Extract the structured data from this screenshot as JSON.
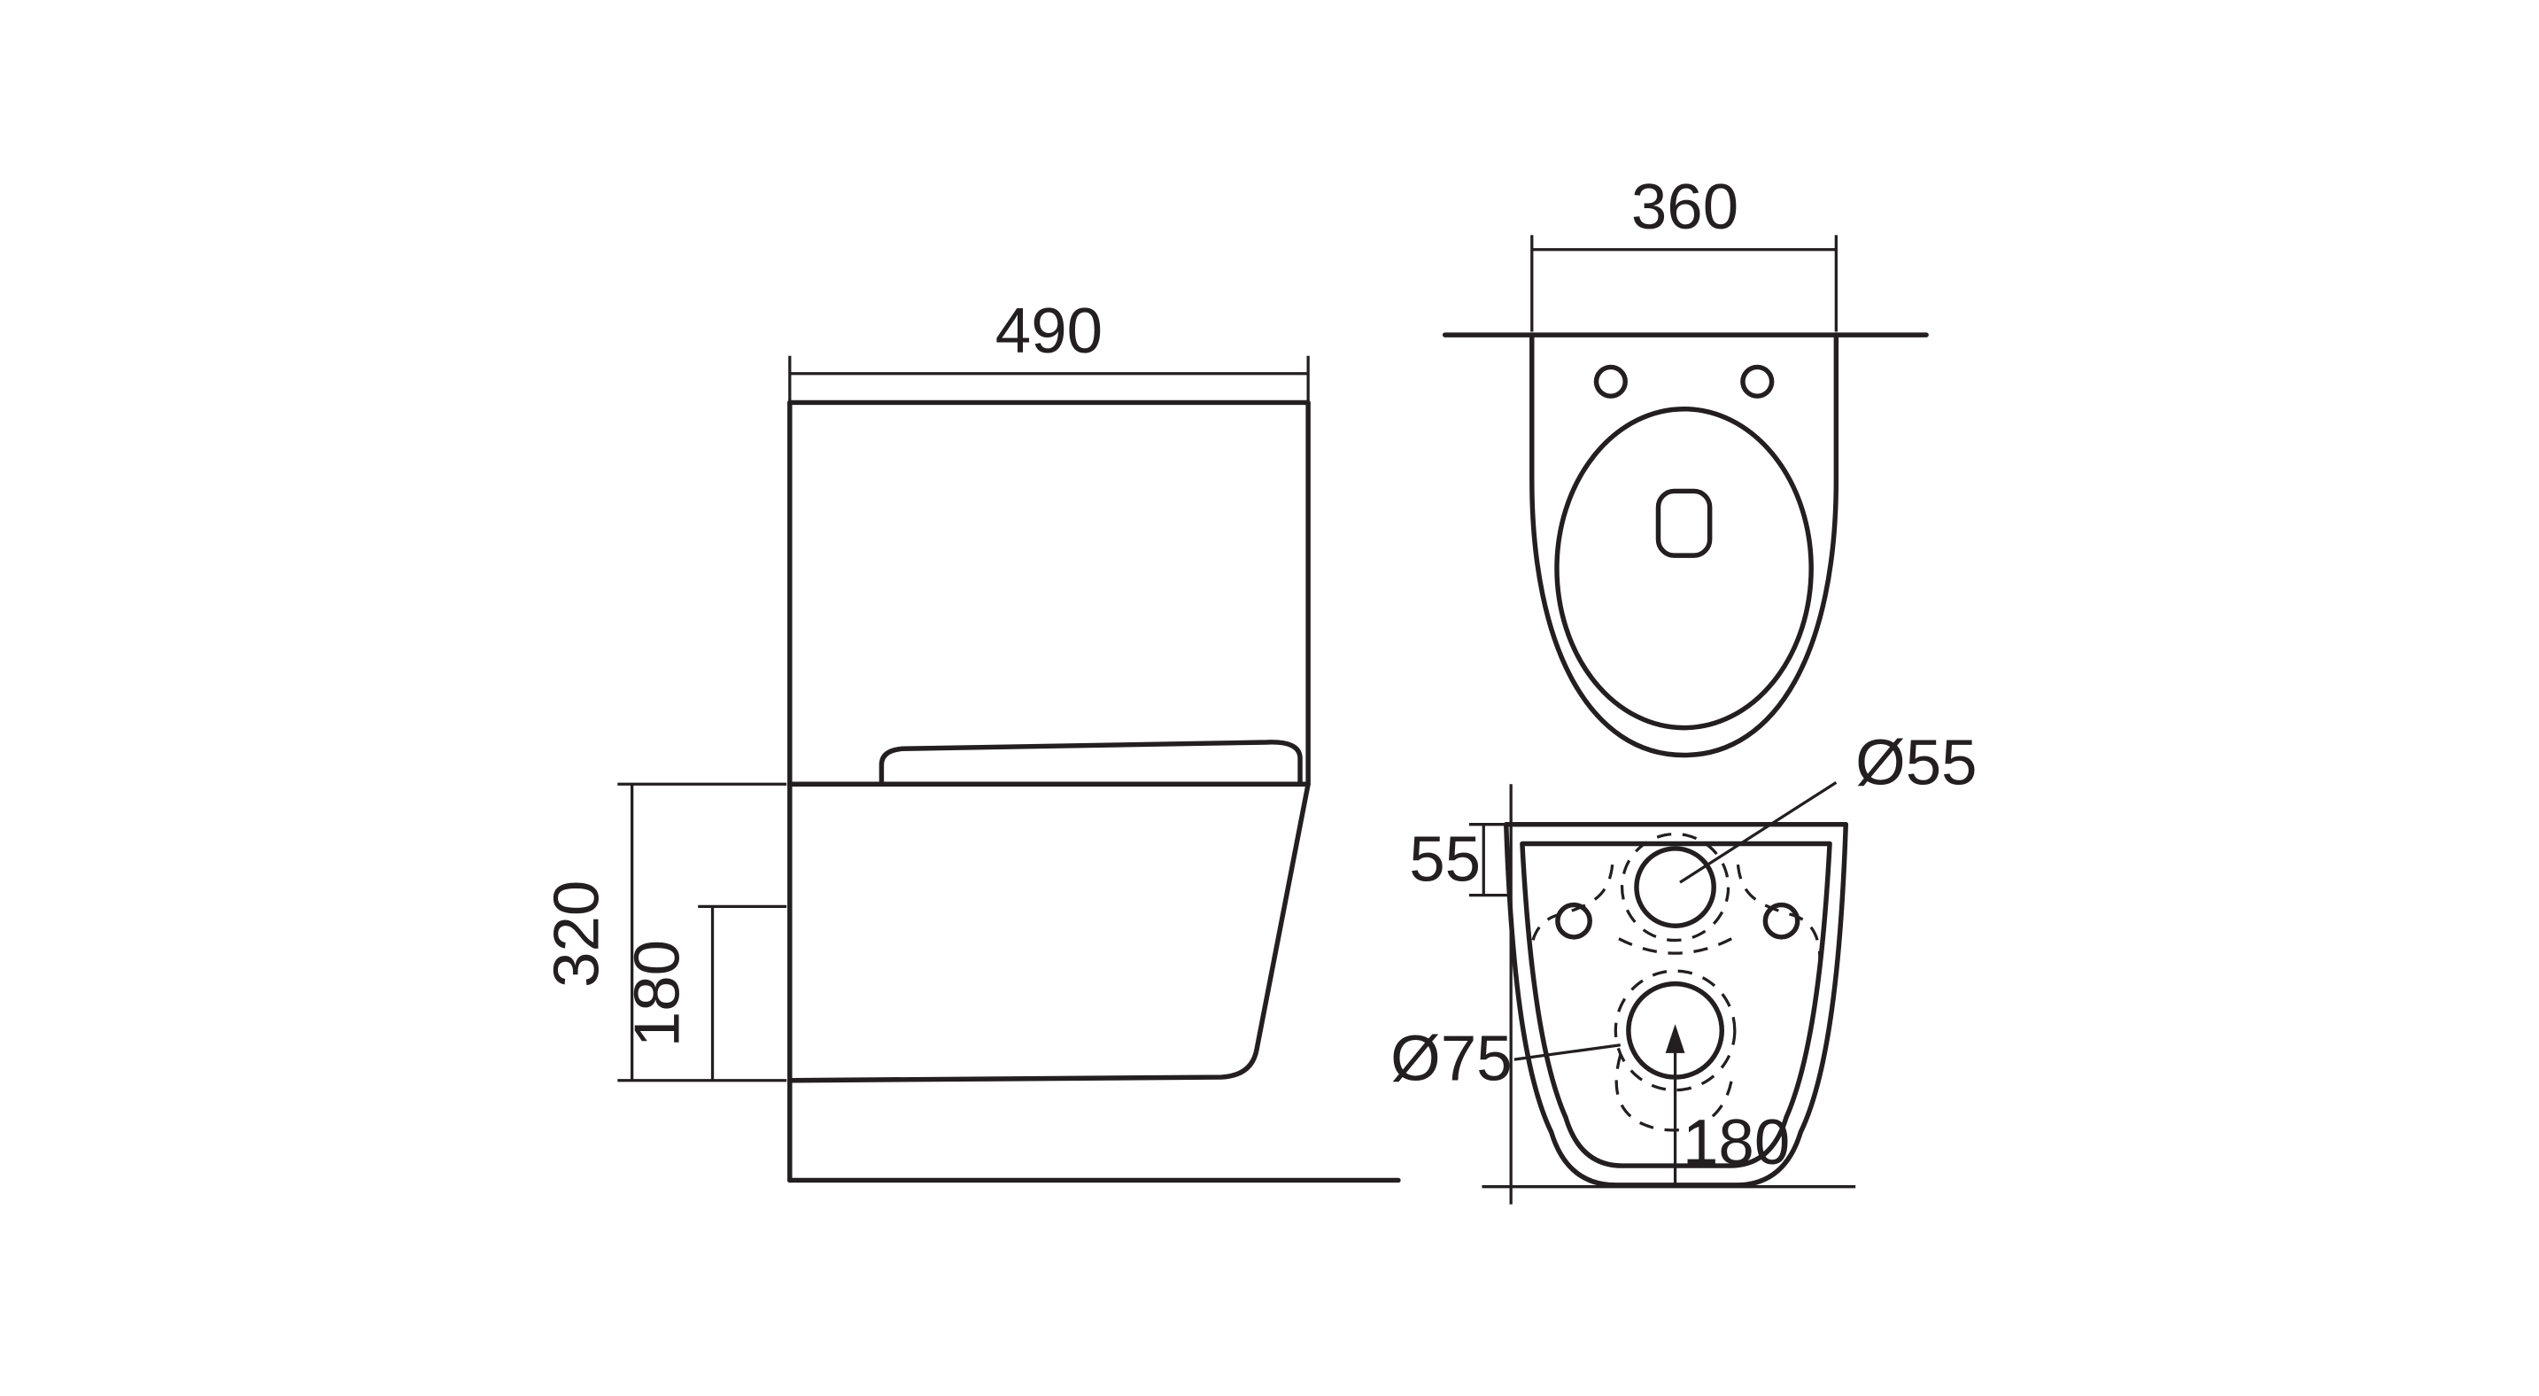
{
  "drawing": {
    "background_color": "#ffffff",
    "line_color": "#231f20",
    "side_view": {
      "width": "490",
      "height_total": "320",
      "height_lower": "180"
    },
    "top_view": {
      "width": "360"
    },
    "rear_view": {
      "inlet_offset": "55",
      "inlet_diameter": "Ø55",
      "outlet_diameter": "Ø75",
      "outlet_center_height": "180"
    }
  }
}
